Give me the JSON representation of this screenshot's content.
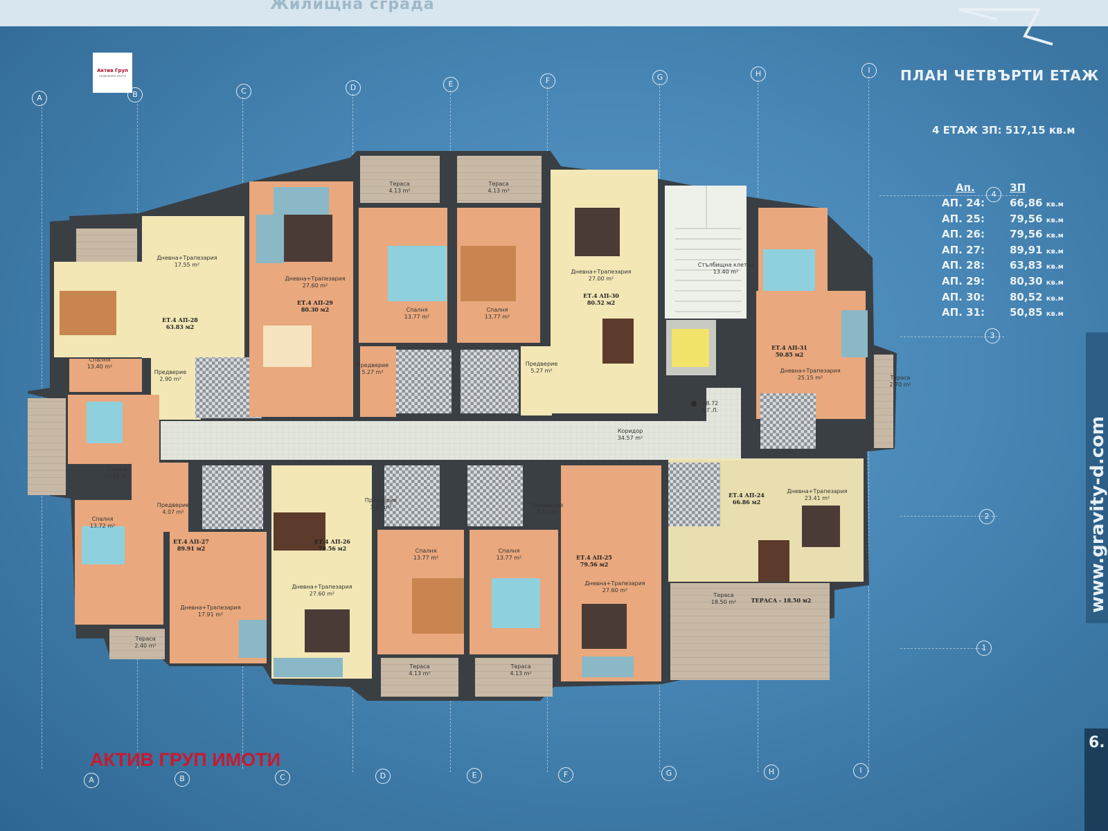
{
  "top_banner": "Жилищна сграда",
  "logo": {
    "text": "Актив Груп",
    "subtext": "недвижими имоти"
  },
  "plan_title": "ПЛАН ЧЕТВЪРТИ ЕТАЖ",
  "floor_area": "4 ЕТАЖ ЗП: 517,15 кв.м",
  "apartments_table": {
    "col_apt": "Ап.",
    "col_area": "ЗП",
    "rows": [
      {
        "id": "АП. 24:",
        "area": "66,86",
        "unit": "кв.м"
      },
      {
        "id": "АП. 25:",
        "area": "79,56",
        "unit": "кв.м"
      },
      {
        "id": "АП. 26:",
        "area": "79,56",
        "unit": "кв.м"
      },
      {
        "id": "АП. 27:",
        "area": "89,91",
        "unit": "кв.м"
      },
      {
        "id": "АП. 28:",
        "area": "63,83",
        "unit": "кв.м"
      },
      {
        "id": "АП. 29:",
        "area": "80,30",
        "unit": "кв.м"
      },
      {
        "id": "АП. 30:",
        "area": "80,52",
        "unit": "кв.м"
      },
      {
        "id": "АП. 31:",
        "area": "50,85",
        "unit": "кв.м"
      }
    ]
  },
  "grid_top": [
    "A",
    "B",
    "C",
    "D",
    "E",
    "F",
    "G",
    "H",
    "I"
  ],
  "grid_bottom": [
    "A",
    "B",
    "C",
    "D",
    "E",
    "F",
    "G",
    "H",
    "I"
  ],
  "grid_right": [
    "4",
    "3",
    "2",
    "1"
  ],
  "watermark": "АКТИВ ГРУП ИМОТИ",
  "side_url": "www.gravity-d.com",
  "page_number": "6.",
  "colors": {
    "background": "#4786b5",
    "living": "#f2e7b5",
    "bedroom": "#e9a87d",
    "corridor": "#dfe3d8",
    "wet": "#cfd3d6",
    "stairs": "#eef0ea",
    "elevator": "#f2e36a"
  },
  "rooms": {
    "a29_living": "Дневна+Трапезария\n27.60 m²",
    "a29_tag": "ЕТ.4 АП-29\n80.30 м2",
    "a28_living": "Дневна+Трапезария\n17.55 m²",
    "a28_tag": "ЕТ.4 АП-28\n63.83 м2",
    "a28_bed": "Спалня\n13.40 m²",
    "a28_hall": "Предверие\n2.90 m²",
    "a29_hall": "Предверие\n5.27 m²",
    "a29_terrace": "Тераса\n4.13 m²",
    "a30_terrace": "Тераса\n4.13 m²",
    "a29_bed": "Спалня\n13.77 m²",
    "a30_bed": "Спалня\n13.77 m²",
    "a30_living": "Дневна+Трапезария\n27.00 m²",
    "a30_tag": "ЕТ.4 АП-30\n80.52 м2",
    "a30_hall": "Предверие\n5.27 m²",
    "stairs": "Стълбищна клетка\n13.40 m²",
    "level": "+8.72\nК.Г.Л.",
    "corridor": "Коридор\n34.57 m²",
    "a31_tag": "ЕТ.4 АП-31\n50.85 м2",
    "a31_living": "Дневна+Трапезария\n25.15 m²",
    "a31_terrace": "Тераса\n2.70 m²",
    "a27_bed1": "Спалня\n10.85 m²",
    "a27_bed2": "Спалня\n13.72 m²",
    "a27_hall": "Предверие\n4.07 m²",
    "a27_tag": "ЕТ.4 АП-27\n89.91 м2",
    "a27_living": "Дневна+Трапезария\n17.91 m²",
    "a27_terrace": "Тераса\n2.40 m²",
    "a26_hall": "Предверие\n3.27 m²",
    "a26_tag": "ЕТ.4 АП-26\n79.56 м2",
    "a26_living": "Дневна+Трапезария\n27.60 m²",
    "a26_bed": "Спалня\n13.77 m²",
    "a25_bed": "Спалня\n13.77 m²",
    "a25_hall": "Предверие\n3.27 m²",
    "a25_tag": "ЕТ.4 АП-25\n79.56 м2",
    "a25_living": "Дневна+Трапезария\n27.60 m²",
    "a26_terrace": "Тераса\n4.13 m²",
    "a25_terrace": "Тераса\n4.13 m²",
    "a24_tag": "ЕТ.4 АП-24\n66.86 м2",
    "a24_living": "Дневна+Трапезария\n23.41 m²",
    "a24_terrace": "Тераса\n18.50 m²",
    "a24_terrace_tag": "ТЕРАСА - 18.50 м2"
  }
}
